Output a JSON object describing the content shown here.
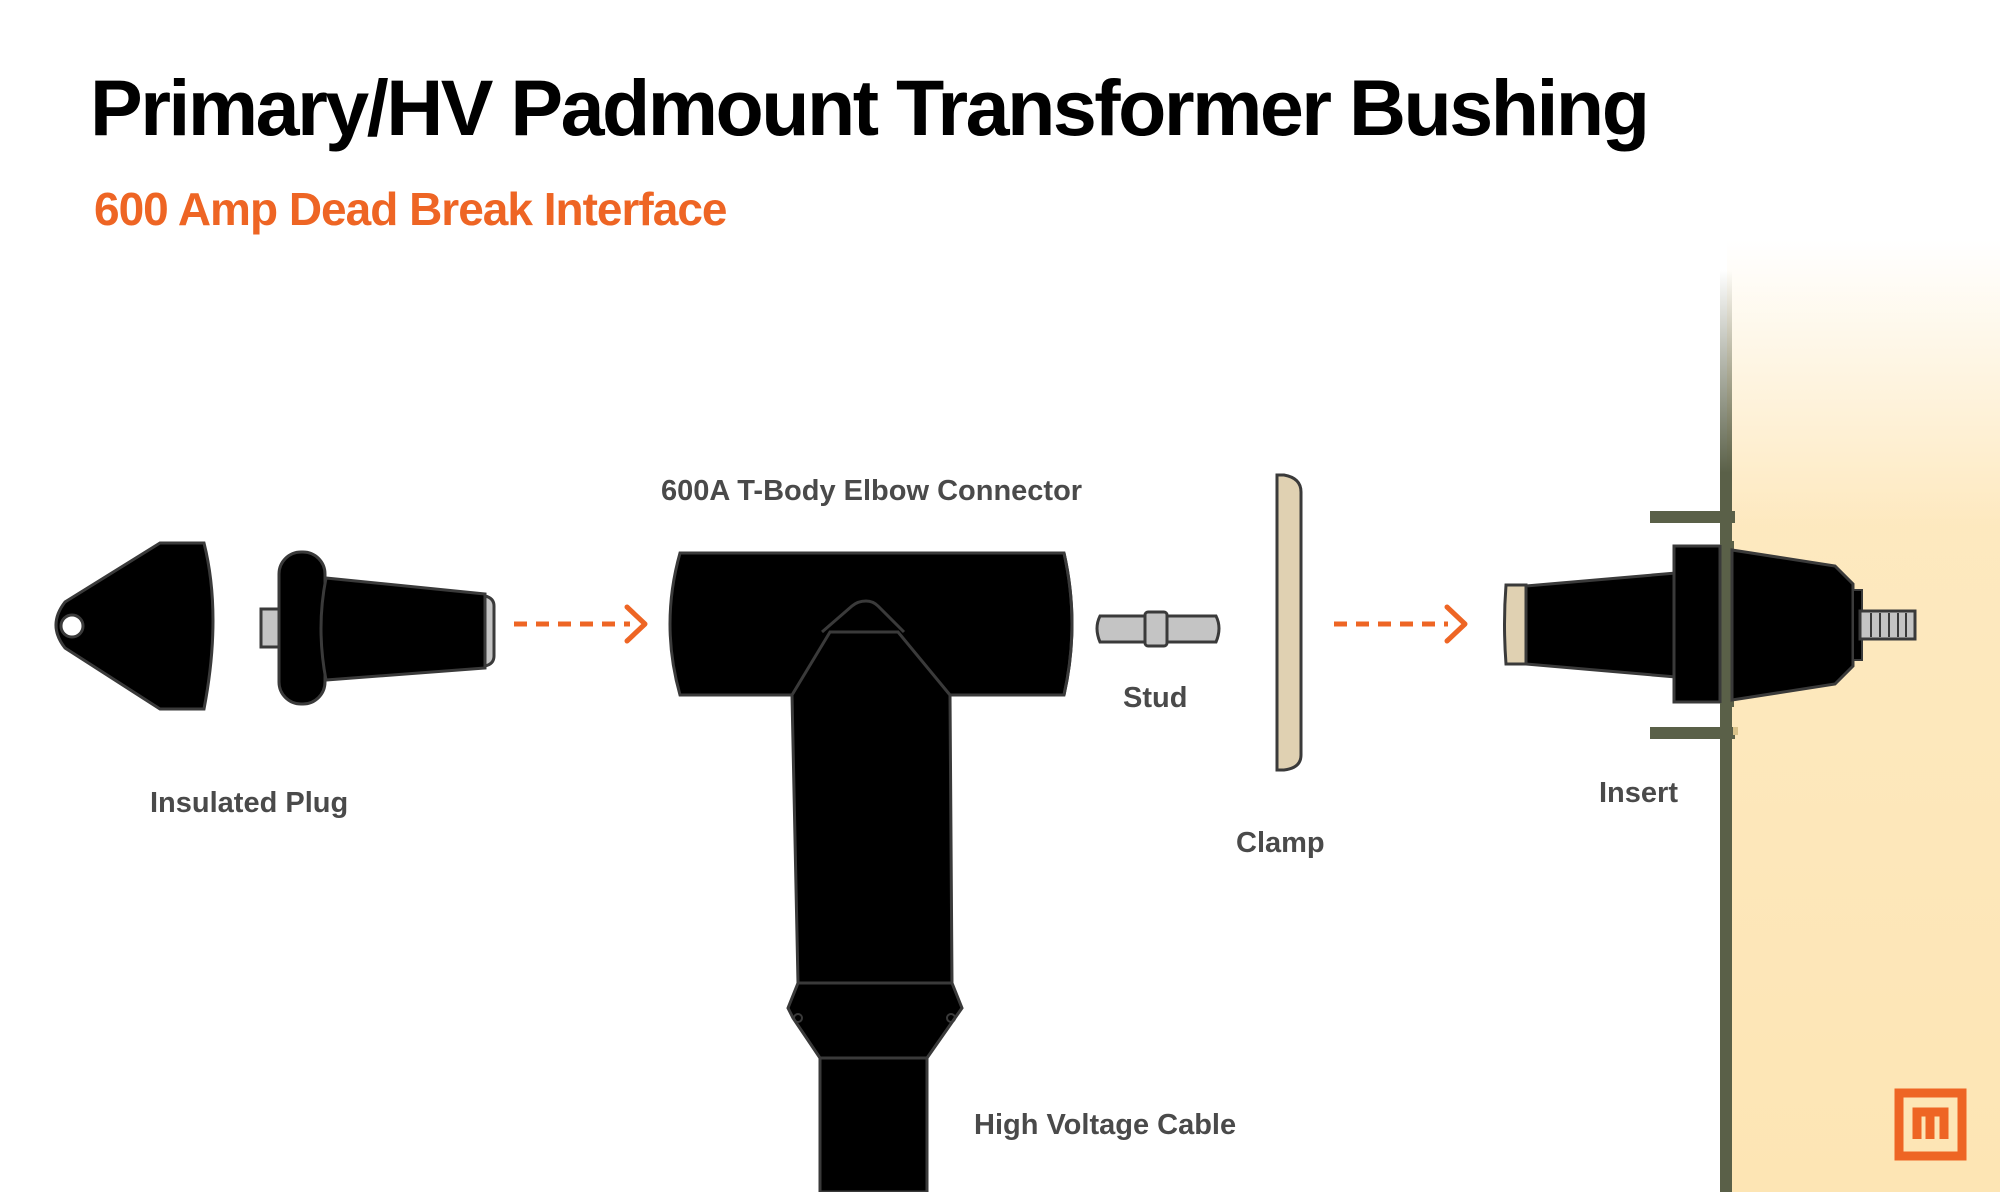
{
  "title": "Primary/HV Padmount Transformer Bushing",
  "subtitle": "600 Amp Dead Break Interface",
  "labels": {
    "insulated_plug": "Insulated Plug",
    "elbow_connector": "600A T-Body Elbow Connector",
    "stud": "Stud",
    "clamp": "Clamp",
    "insert": "Insert",
    "cable": "High Voltage Cable"
  },
  "colors": {
    "accent": "#ee6524",
    "part_fill": "#000000",
    "outline": "#3a3a3a",
    "metal": "#c4c4c4",
    "clamp": "#e0d1b2",
    "wall": "#5a6048",
    "transformer_bg": "#fde5b4"
  },
  "logo_icon": "brand-logo-icon"
}
